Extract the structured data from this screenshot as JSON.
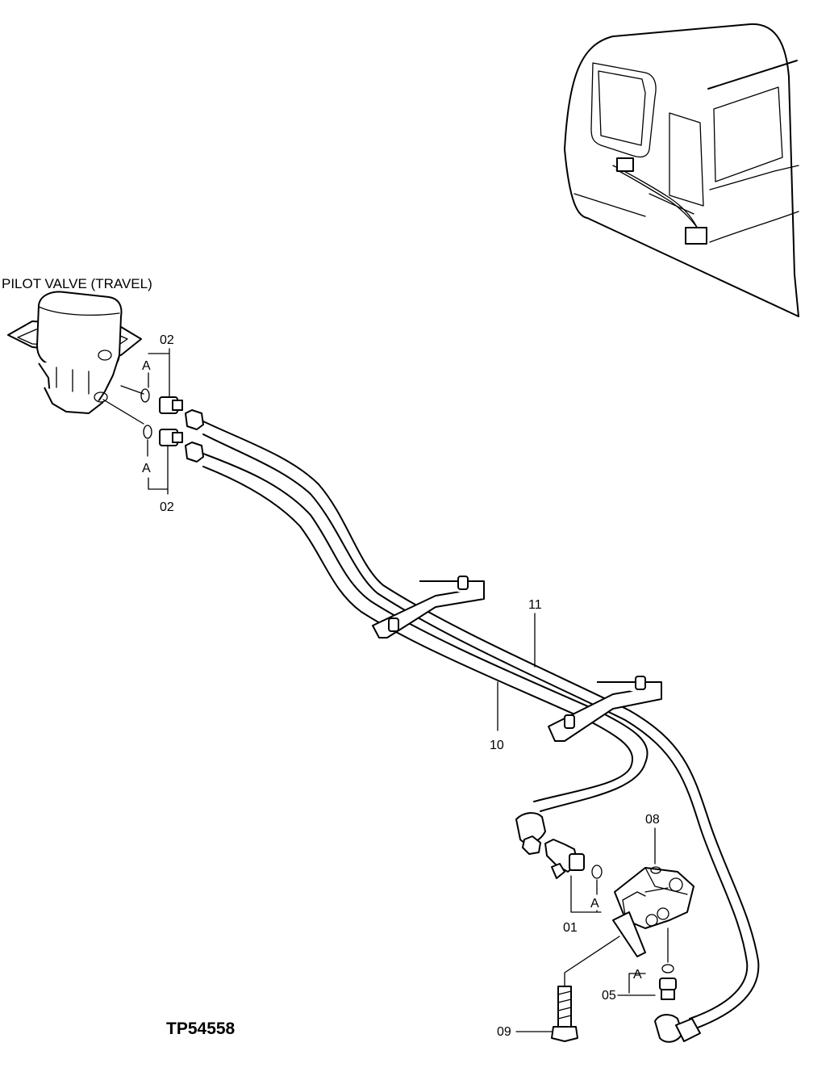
{
  "diagram": {
    "title": "PILOT VALVE (TRAVEL)",
    "reference": "TP54558",
    "callouts": {
      "c02_top": "02",
      "c02_bottom": "02",
      "c11": "11",
      "c10": "10",
      "c08": "08",
      "c01": "01",
      "c05": "05",
      "c09": "09"
    },
    "markers": {
      "a_top": "A",
      "a_bottom": "A",
      "a_valve": "A",
      "a_fitting": "A"
    }
  }
}
